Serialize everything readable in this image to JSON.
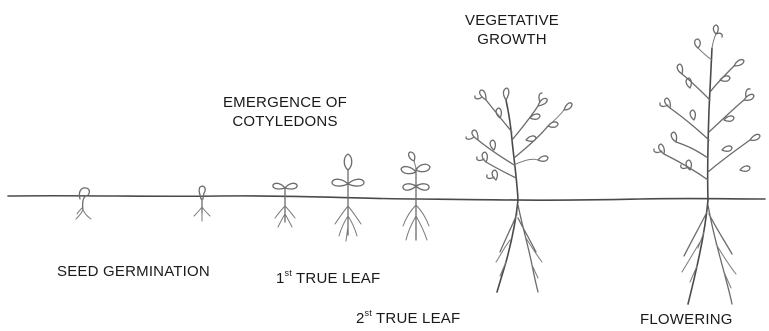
{
  "labels": {
    "seed_germination": "SEED GERMINATION",
    "emergence_line1": "EMERGENCE OF",
    "emergence_line2": "COTYLEDONS",
    "true_leaf_1_prefix": "1",
    "true_leaf_1_sup": "st",
    "true_leaf_1_text": " TRUE LEAF",
    "true_leaf_2_prefix": "2",
    "true_leaf_2_sup": "st",
    "true_leaf_2_text": " TRUE LEAF",
    "vegetative_line1": "VEGETATIVE",
    "vegetative_line2": "GROWTH",
    "flowering": "FLOWERING"
  },
  "colors": {
    "background": "#ffffff",
    "text": "#1a1a1a",
    "pencil": "#6b6b6b"
  }
}
